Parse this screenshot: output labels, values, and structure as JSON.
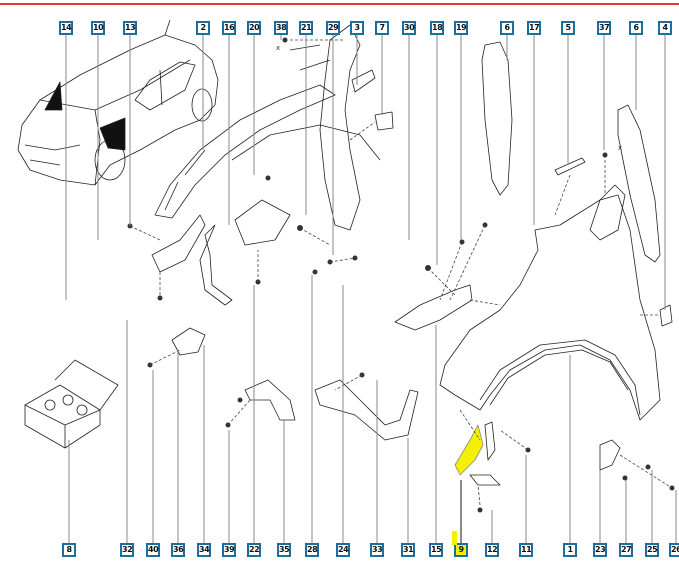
{
  "diagram": {
    "type": "exploded parts diagram",
    "subject": "Front wing / fender assembly",
    "accent_color": "#e8383d",
    "callout_border_color": "#1a6fa0",
    "highlight_color": "#f5f000",
    "highlighted_part": "9",
    "top_callouts": [
      {
        "label": "14"
      },
      {
        "label": "10"
      },
      {
        "label": "13"
      },
      {
        "label": "2"
      },
      {
        "label": "16"
      },
      {
        "label": "20"
      },
      {
        "label": "38"
      },
      {
        "label": "21"
      },
      {
        "label": "29"
      },
      {
        "label": "3"
      },
      {
        "label": "7"
      },
      {
        "label": "30"
      },
      {
        "label": "18"
      },
      {
        "label": "19"
      },
      {
        "label": "6"
      },
      {
        "label": "17"
      },
      {
        "label": "5"
      },
      {
        "label": "37"
      },
      {
        "label": "6"
      },
      {
        "label": "4"
      }
    ],
    "bottom_callouts": [
      {
        "label": "8"
      },
      {
        "label": "32"
      },
      {
        "label": "40"
      },
      {
        "label": "36"
      },
      {
        "label": "34"
      },
      {
        "label": "39"
      },
      {
        "label": "22"
      },
      {
        "label": "35"
      },
      {
        "label": "28"
      },
      {
        "label": "24"
      },
      {
        "label": "33"
      },
      {
        "label": "31"
      },
      {
        "label": "15"
      },
      {
        "label": "9",
        "highlighted": true
      },
      {
        "label": "12"
      },
      {
        "label": "11"
      },
      {
        "label": "1"
      },
      {
        "label": "23"
      },
      {
        "label": "27"
      },
      {
        "label": "25"
      },
      {
        "label": "26"
      }
    ],
    "annotations": [
      "x",
      "x",
      "x"
    ]
  }
}
